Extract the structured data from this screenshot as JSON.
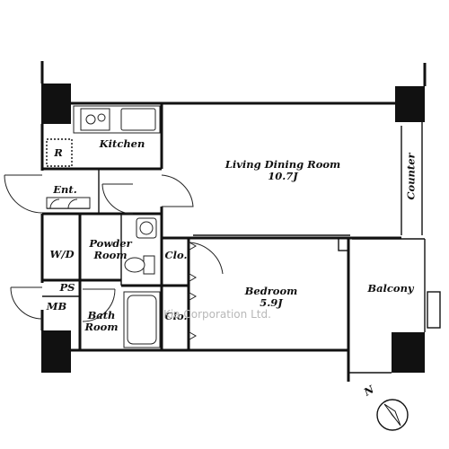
{
  "rooms": {
    "kitchen": "Kitchen",
    "refrigerator": "R",
    "living_dining": "Living Dining Room\n10.7J",
    "counter": "Counter",
    "entrance": "Ent.",
    "wd": "W/D",
    "powder_room": "Powder\nRoom",
    "closet_upper": "Clo.",
    "closet_lower": "Clo.",
    "bedroom": "Bedroom\n5.9J",
    "balcony": "Balcony",
    "ps": "PS",
    "mb": "MB",
    "bath_room": "Bath\nRoom"
  },
  "compass": {
    "north": "N"
  },
  "watermark": "Kia Corporation Ltd."
}
